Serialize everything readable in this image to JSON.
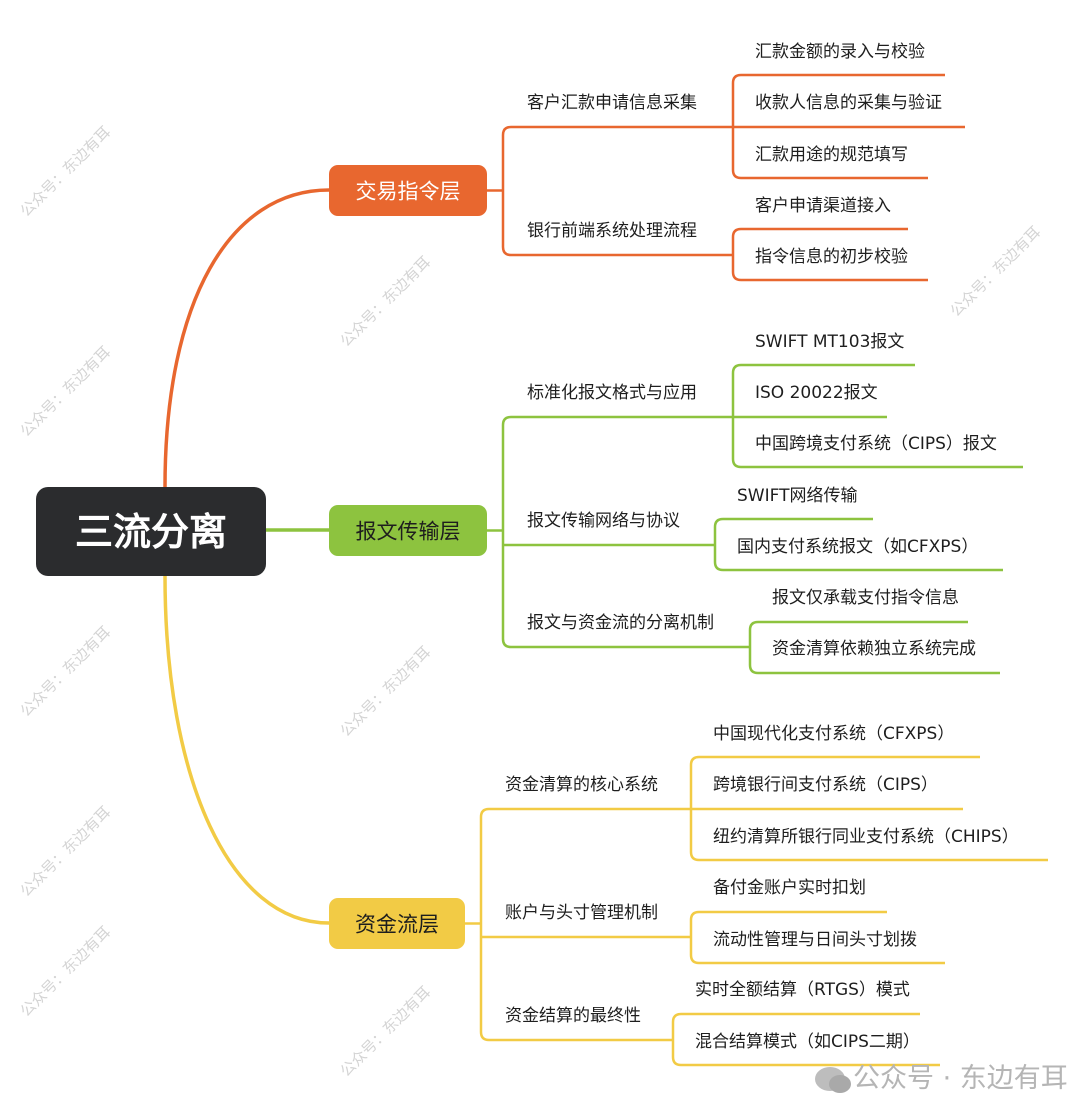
{
  "root": {
    "label": "三流分离",
    "color": "#2b2c2e"
  },
  "branches": [
    {
      "label": "交易指令层",
      "color": "#E8672F",
      "text_color": "#ffffff",
      "subs": [
        {
          "label": "客户汇款申请信息采集",
          "leaves": [
            "汇款金额的录入与校验",
            "收款人信息的采集与验证",
            "汇款用途的规范填写"
          ]
        },
        {
          "label": "银行前端系统处理流程",
          "leaves": [
            "客户申请渠道接入",
            "指令信息的初步校验"
          ]
        }
      ]
    },
    {
      "label": "报文传输层",
      "color": "#8DC33F",
      "text_color": "#1e1e1e",
      "subs": [
        {
          "label": "标准化报文格式与应用",
          "leaves": [
            "SWIFT MT103报文",
            "ISO 20022报文",
            "中国跨境支付系统（CIPS）报文"
          ]
        },
        {
          "label": "报文传输网络与协议",
          "leaves": [
            "SWIFT网络传输",
            "国内支付系统报文（如CFXPS）"
          ]
        },
        {
          "label": "报文与资金流的分离机制",
          "leaves": [
            "报文仅承载支付指令信息",
            "资金清算依赖独立系统完成"
          ]
        }
      ]
    },
    {
      "label": "资金流层",
      "color": "#F2CB45",
      "text_color": "#1e1e1e",
      "subs": [
        {
          "label": "资金清算的核心系统",
          "leaves": [
            "中国现代化支付系统（CFXPS）",
            "跨境银行间支付系统（CIPS）",
            "纽约清算所银行同业支付系统（CHIPS）"
          ]
        },
        {
          "label": "账户与头寸管理机制",
          "leaves": [
            "备付金账户实时扣划",
            "流动性管理与日间头寸划拨"
          ]
        },
        {
          "label": "资金结算的最终性",
          "leaves": [
            "实时全额结算（RTGS）模式",
            "混合结算模式（如CIPS二期）"
          ]
        }
      ]
    }
  ],
  "watermark": {
    "text": "公众号：东边有耳",
    "logo_text": "公众号 · 东边有耳"
  }
}
